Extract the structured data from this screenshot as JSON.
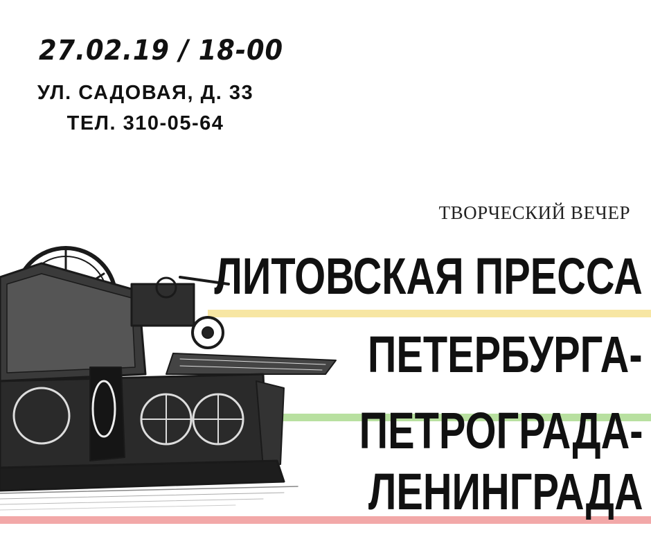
{
  "event": {
    "date_time": "27.02.19 / 18-00",
    "address": "УЛ. САДОВАЯ, Д. 33",
    "phone": "ТЕЛ. 310-05-64",
    "subtitle": "ТВОРЧЕСКИЙ ВЕЧЕР",
    "title_lines": [
      "ЛИТОВСКАЯ ПРЕССА",
      "ПЕТЕРБУРГА-",
      "ПЕТРОГРАДА-",
      "ЛЕНИНГРАДА"
    ]
  },
  "illustration": {
    "icon": "printing-press-icon"
  },
  "colors": {
    "stripe_yellow": "#f7e6a3",
    "stripe_green": "#b8e0a0",
    "stripe_pink": "#f2a8a8",
    "text": "#111111",
    "background": "#ffffff"
  }
}
